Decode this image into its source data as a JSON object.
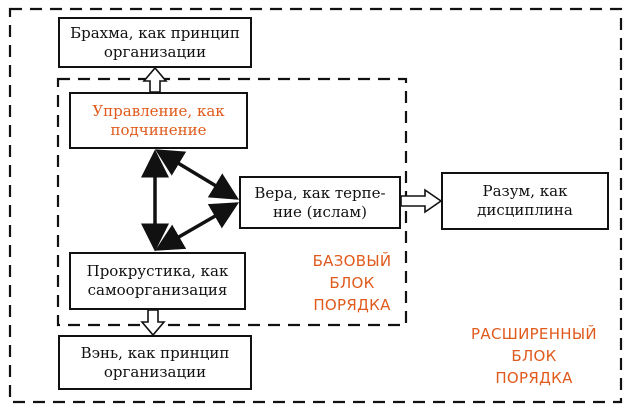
{
  "colors": {
    "accent": "#e05a1c",
    "line": "#111111",
    "background": "#ffffff"
  },
  "boxes": {
    "brahma": "Брахма, как принцип\nорганизации",
    "upravlenie": "Управление, как\nподчинение",
    "vera": "Вера, как терпе-\nние (ислам)",
    "razum": "Разум, как\nдисциплина",
    "prokrustika": "Прокрустика, как\nсамоорганизация",
    "ven": "Вэнь, как принцип\nорганизации"
  },
  "regions": {
    "base_block": {
      "line1": "БАЗОВЫЙ",
      "line2": "БЛОК",
      "line3": "ПОРЯДКА"
    },
    "extended_block": {
      "line1": "РАСШИРЕННЫЙ",
      "line2": "БЛОК",
      "line3": "ПОРЯДКА"
    }
  }
}
